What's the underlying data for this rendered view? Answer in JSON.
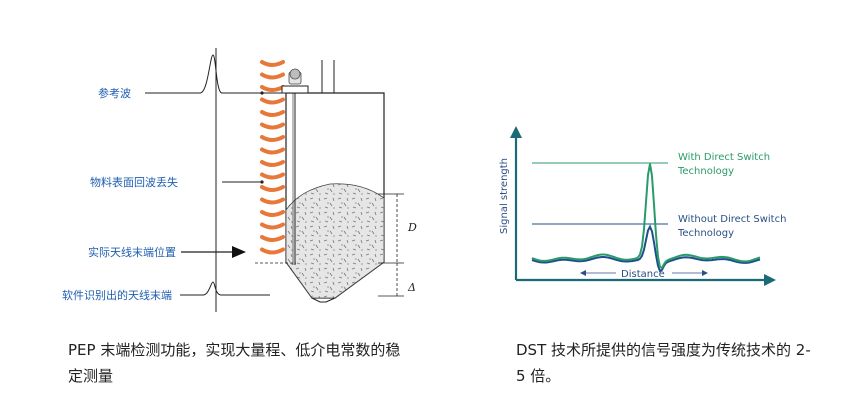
{
  "left": {
    "labels": {
      "reference_wave": "参考波",
      "echo_lost": "物料表面回波丢失",
      "actual_antenna_end": "实际天线末端位置",
      "software_antenna_end": "软件识别出的天线末端"
    },
    "dims": {
      "d": "D",
      "delta": "Δ"
    },
    "caption": "PEP 末端检测功能，实现大量程、低介电常数的稳定测量"
  },
  "right": {
    "axis": {
      "y": "Signal strength",
      "x": "Distance"
    },
    "legend": {
      "with_line1": "With Direct Switch",
      "with_line2": "Technology",
      "without_line1": "Without Direct Switch",
      "without_line2": "Technology"
    },
    "colors": {
      "with": "#2a9a6a",
      "without": "#1f4e8c",
      "axis": "#1b6a78"
    },
    "caption": "DST 技术所提供的信号强度为传统技术的 2-5 倍。"
  }
}
